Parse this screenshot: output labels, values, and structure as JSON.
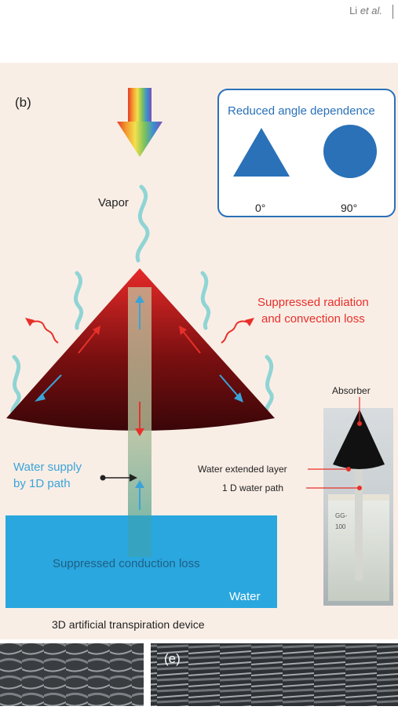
{
  "header": {
    "author": "Li",
    "author_suffix": "et al."
  },
  "panel_b": {
    "label": "(b)",
    "vapor": "Vapor",
    "angle_box": {
      "title": "Reduced angle dependence",
      "left_angle": "0°",
      "right_angle": "90°"
    },
    "suppressed_radiation_1": "Suppressed radiation",
    "suppressed_radiation_2": "and convection loss",
    "water_supply_1": "Water supply",
    "water_supply_2": "by 1D path",
    "suppressed_conduction": "Suppressed conduction loss",
    "water": "Water",
    "photo_labels": {
      "absorber": "Absorber",
      "extended_layer": "Water extended layer",
      "water_path": "1 D water path"
    },
    "caption": "3D artificial transpiration device"
  },
  "panel_e": {
    "label": "(e)"
  },
  "colors": {
    "blue_text": "#3aa3d9",
    "red_text": "#e8302a",
    "box_blue": "#2a71b8",
    "water_blue": "#2aa7de"
  }
}
